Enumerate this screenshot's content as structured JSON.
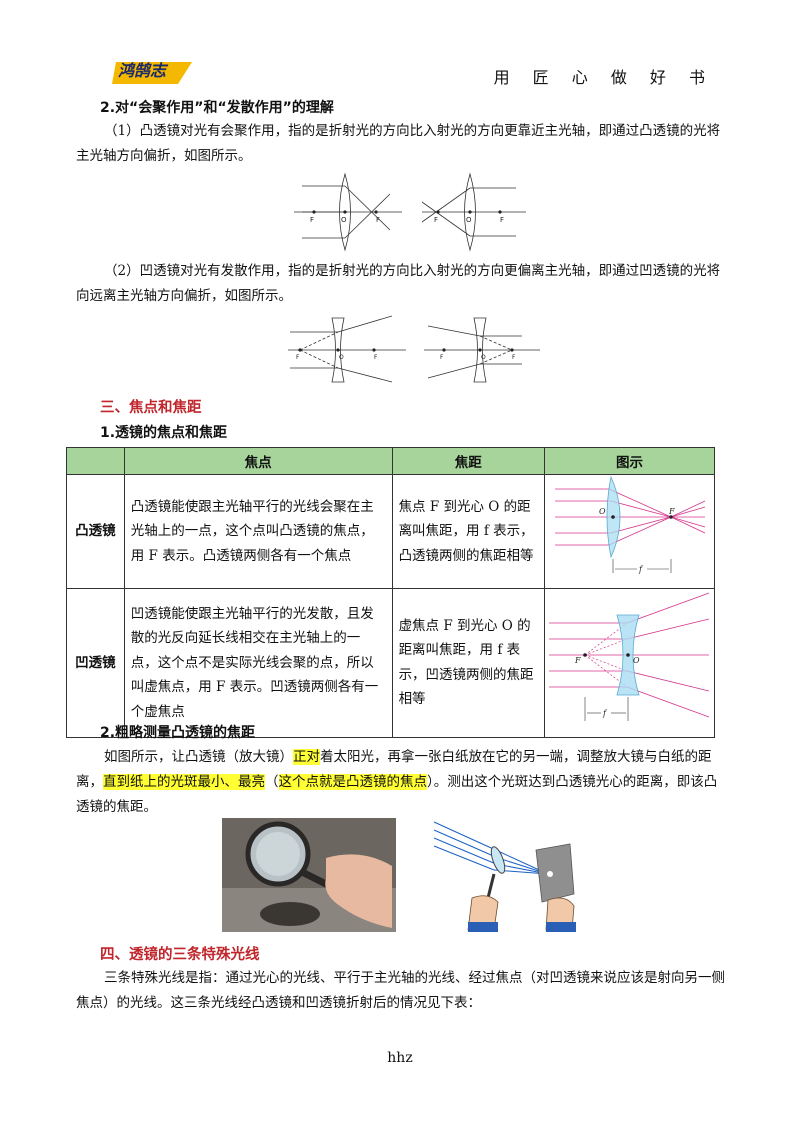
{
  "header": {
    "logo_text": "鸿鹄志",
    "slogan": "用 匠 心 做 好 书"
  },
  "section_converge": {
    "heading": "2.对“会聚作用”和“发散作用”的理解",
    "para1": "（1）凸透镜对光有会聚作用，指的是折射光的方向比入射光的方向更靠近主光轴，即通过凸透镜的光将主光轴方向偏折，如图所示。",
    "para2": "（2）凹透镜对光有发散作用，指的是折射光的方向比入射光的方向更偏离主光轴，即通过凹透镜的光将向远离主光轴方向偏折，如图所示。",
    "fig_labels": {
      "F": "F",
      "O": "O"
    }
  },
  "section3": {
    "heading": "三、焦点和焦距",
    "sub1": "1.透镜的焦点和焦距",
    "table": {
      "headers": [
        "",
        "焦点",
        "焦距",
        "图示"
      ],
      "rows": [
        {
          "name": "凸透镜",
          "focus": "凸透镜能使跟主光轴平行的光线会聚在主光轴上的一点，这个点叫凸透镜的焦点，用 F 表示。凸透镜两侧各有一个焦点",
          "focal": "焦点 F 到光心 O 的距离叫焦距，用 f 表示，凸透镜两侧的焦距相等"
        },
        {
          "name": "凹透镜",
          "focus": "凹透镜能使跟主光轴平行的光发散，且发散的光反向延长线相交在主光轴上的一点，这个点不是实际光线会聚的点，所以叫虚焦点，用 F 表示。凹透镜两侧各有一个虚焦点",
          "focal": "虚焦点 F 到光心 O 的距离叫焦距，用 f 表示，凹透镜两侧的焦距相等"
        }
      ],
      "fig_labels": {
        "O": "O",
        "F": "F",
        "f": "f"
      }
    },
    "sub2": "2.粗略测量凸透镜的焦距",
    "measure": {
      "t1": "如图所示，让凸透镜（放大镜）",
      "h1": "正对",
      "t2": "着太阳光，再拿一张白纸放在它的另一端，调整放大镜与白纸的距离，",
      "h2": "直到纸上的光斑最小、最亮",
      "t3": "（",
      "h3": "这个点就是凸透镜的焦点",
      "t4": "）。测出这个光斑达到凸透镜光心的距离，即该凸透镜的焦距。"
    }
  },
  "section4": {
    "heading": "四、透镜的三条特殊光线",
    "para": "三条特殊光线是指：通过光心的光线、平行于主光轴的光线、经过焦点（对凹透镜来说应该是射向另一侧焦点）的光线。这三条光线经凸透镜和凹透镜折射后的情况见下表："
  },
  "footer": "hhz"
}
